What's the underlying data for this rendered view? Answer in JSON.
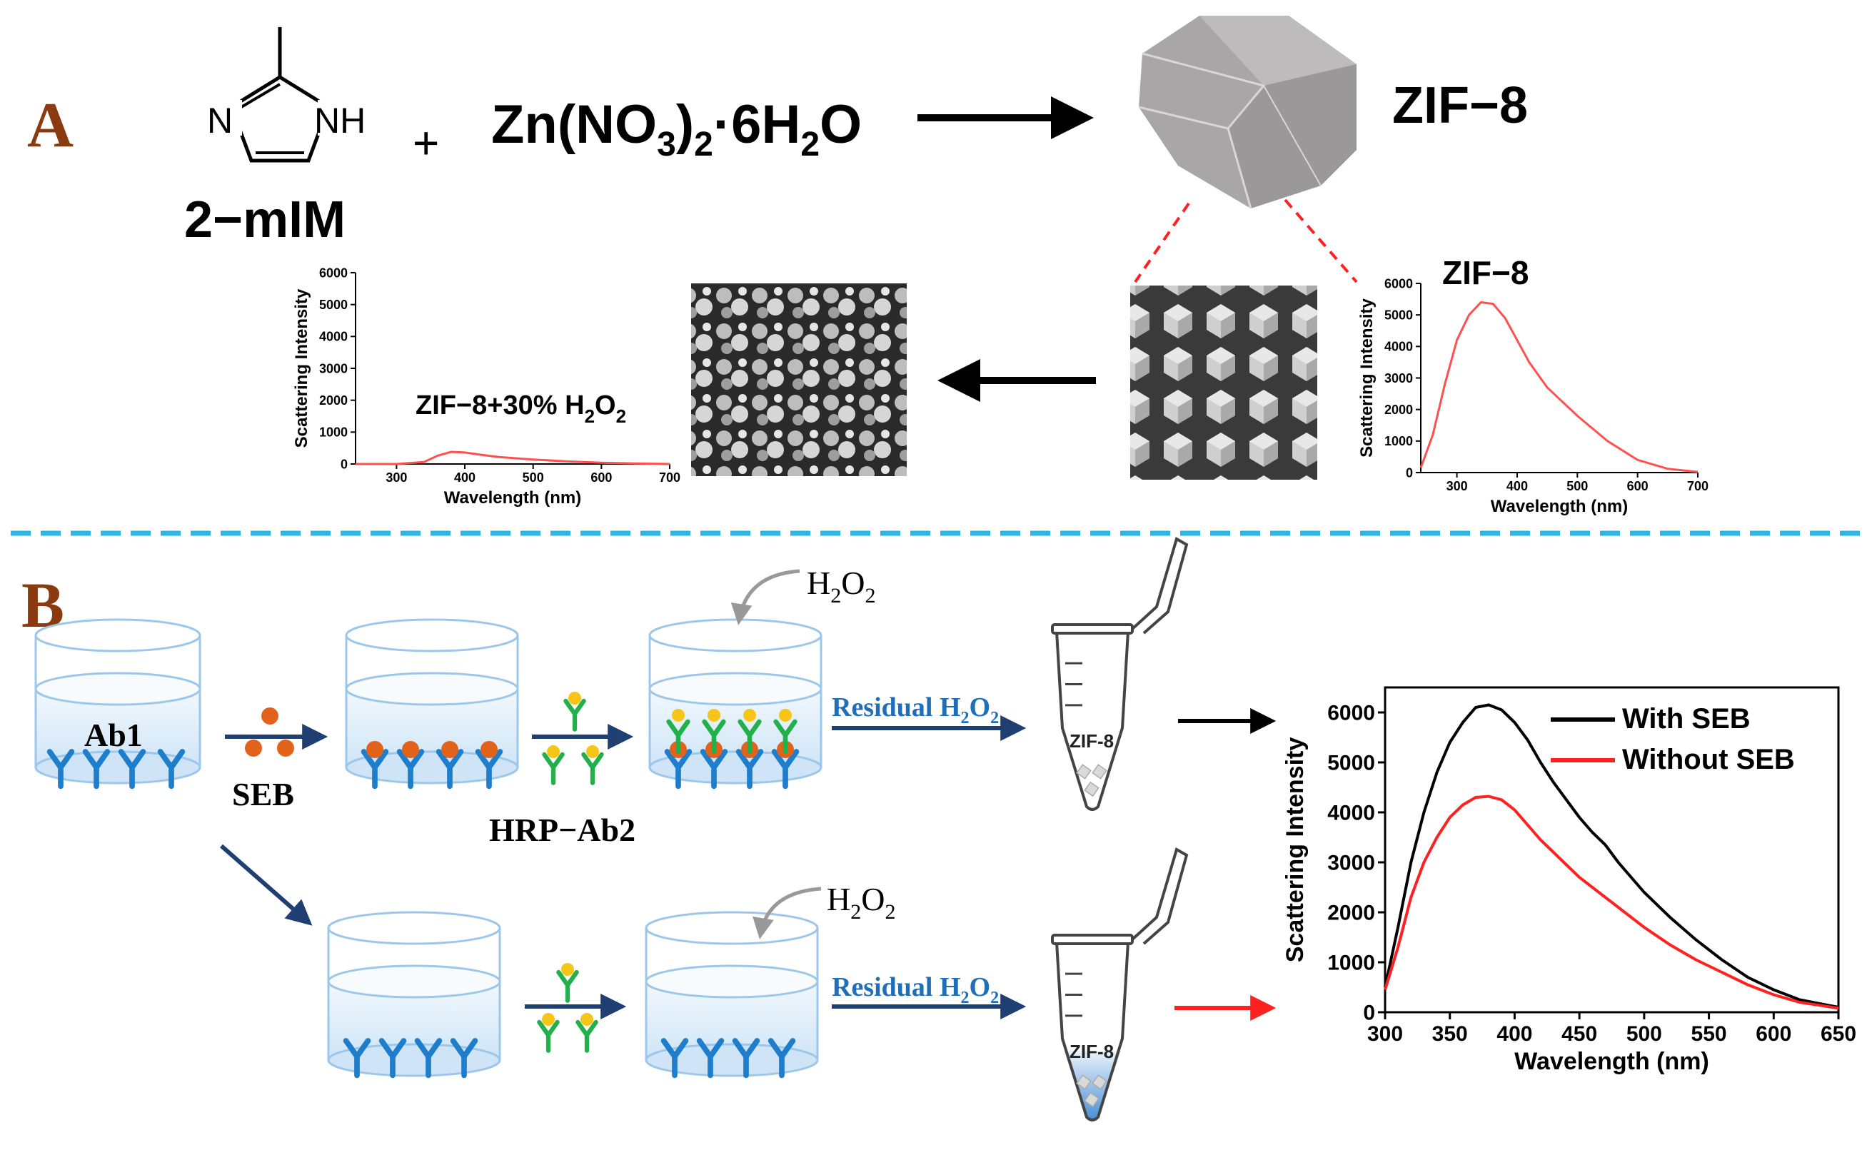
{
  "panel_a": {
    "label": "A",
    "reactant1_name": "2−mIM",
    "reactant1_atom_n": "N",
    "reactant1_atom_nh": "NH",
    "plus": "+",
    "reactant2_formula": {
      "p1": "Zn(NO",
      "s1": "3",
      "p2": ")",
      "s2": "2",
      "p3": "·6H",
      "s3": "2",
      "p4": "O"
    },
    "product": "ZIF−8",
    "small_chart_left_annotation": {
      "p1": "ZIF−8+30% H",
      "s1": "2",
      "p2": "O",
      "s2": "2"
    },
    "small_chart_right_title": "ZIF−8"
  },
  "panel_b": {
    "label": "B",
    "ab1": "Ab1",
    "seb": "SEB",
    "hrp_ab2": "HRP−Ab2",
    "h2o2_top": {
      "p1": "H",
      "s1": "2",
      "p2": "O",
      "s2": "2"
    },
    "h2o2_bottom": {
      "p1": "H",
      "s1": "2",
      "p2": "O",
      "s2": "2"
    },
    "residual_top": {
      "p1": "Residual H",
      "s1": "2",
      "p2": "O",
      "s2": "2"
    },
    "residual_bottom": {
      "p1": "Residual H",
      "s1": "2",
      "p2": "O",
      "s2": "2"
    },
    "tube_label_top": "ZIF-8",
    "tube_label_bottom": "ZIF-8"
  },
  "colors": {
    "panel_label": "#8b3a0f",
    "divider": "#29b6e8",
    "antibody_blue": "#1f7ecb",
    "antibody_green": "#22b04b",
    "seb_orange": "#e2621b",
    "hrp_yellow": "#f5c518",
    "arrow_navy": "#1f3f73",
    "residual_text": "#1f6fb8",
    "trace_red": "#ff2020",
    "trace_black": "#000000"
  },
  "chart_data": [
    {
      "type": "line",
      "panel": "A-left",
      "annotation": "ZIF−8+30% H2O2",
      "xlabel": "Wavelength (nm)",
      "ylabel": "Scattering Intensity",
      "xlim": [
        240,
        700
      ],
      "ylim": [
        0,
        6000
      ],
      "xticks": [
        300,
        400,
        500,
        600,
        700
      ],
      "yticks": [
        0,
        1000,
        2000,
        3000,
        4000,
        5000,
        6000
      ],
      "series": [
        {
          "color": "#ff5050",
          "x": [
            240,
            300,
            340,
            360,
            380,
            400,
            420,
            450,
            500,
            550,
            600,
            650,
            700
          ],
          "y": [
            0,
            0,
            60,
            260,
            380,
            360,
            300,
            220,
            140,
            80,
            40,
            15,
            0
          ]
        }
      ]
    },
    {
      "type": "line",
      "panel": "A-right",
      "title": "ZIF−8",
      "xlabel": "Wavelength (nm)",
      "ylabel": "Scattering Intensity",
      "xlim": [
        240,
        700
      ],
      "ylim": [
        0,
        6000
      ],
      "xticks": [
        300,
        400,
        500,
        600,
        700
      ],
      "yticks": [
        0,
        1000,
        2000,
        3000,
        4000,
        5000,
        6000
      ],
      "series": [
        {
          "color": "#ff5050",
          "x": [
            240,
            260,
            280,
            300,
            320,
            340,
            360,
            380,
            400,
            420,
            450,
            500,
            550,
            600,
            650,
            700
          ],
          "y": [
            150,
            1200,
            2800,
            4200,
            5000,
            5400,
            5350,
            4900,
            4200,
            3500,
            2700,
            1800,
            1000,
            400,
            120,
            20
          ]
        }
      ]
    },
    {
      "type": "line",
      "panel": "B",
      "xlabel": "Wavelength (nm)",
      "ylabel": "Scattering Intensity",
      "xlim": [
        300,
        650
      ],
      "ylim": [
        0,
        6500
      ],
      "xticks": [
        300,
        350,
        400,
        450,
        500,
        550,
        600,
        650
      ],
      "yticks": [
        0,
        1000,
        2000,
        3000,
        4000,
        5000,
        6000
      ],
      "series": [
        {
          "name": "With SEB",
          "color": "#000000",
          "x": [
            300,
            310,
            320,
            330,
            340,
            350,
            360,
            370,
            380,
            390,
            400,
            410,
            420,
            430,
            440,
            450,
            460,
            470,
            480,
            490,
            500,
            520,
            540,
            560,
            580,
            600,
            620,
            650
          ],
          "y": [
            500,
            1700,
            3000,
            4000,
            4800,
            5400,
            5800,
            6100,
            6150,
            6050,
            5800,
            5450,
            5000,
            4600,
            4250,
            3900,
            3600,
            3350,
            3000,
            2700,
            2400,
            1900,
            1450,
            1050,
            700,
            450,
            250,
            100
          ]
        },
        {
          "name": "Without SEB",
          "color": "#ff2020",
          "x": [
            300,
            310,
            320,
            330,
            340,
            350,
            360,
            370,
            380,
            390,
            400,
            410,
            420,
            430,
            440,
            450,
            460,
            470,
            480,
            490,
            500,
            520,
            540,
            560,
            580,
            600,
            620,
            650
          ],
          "y": [
            450,
            1300,
            2300,
            3000,
            3500,
            3900,
            4150,
            4300,
            4320,
            4250,
            4050,
            3750,
            3450,
            3200,
            2950,
            2700,
            2500,
            2300,
            2100,
            1900,
            1700,
            1350,
            1050,
            800,
            550,
            350,
            200,
            80
          ]
        }
      ]
    }
  ]
}
